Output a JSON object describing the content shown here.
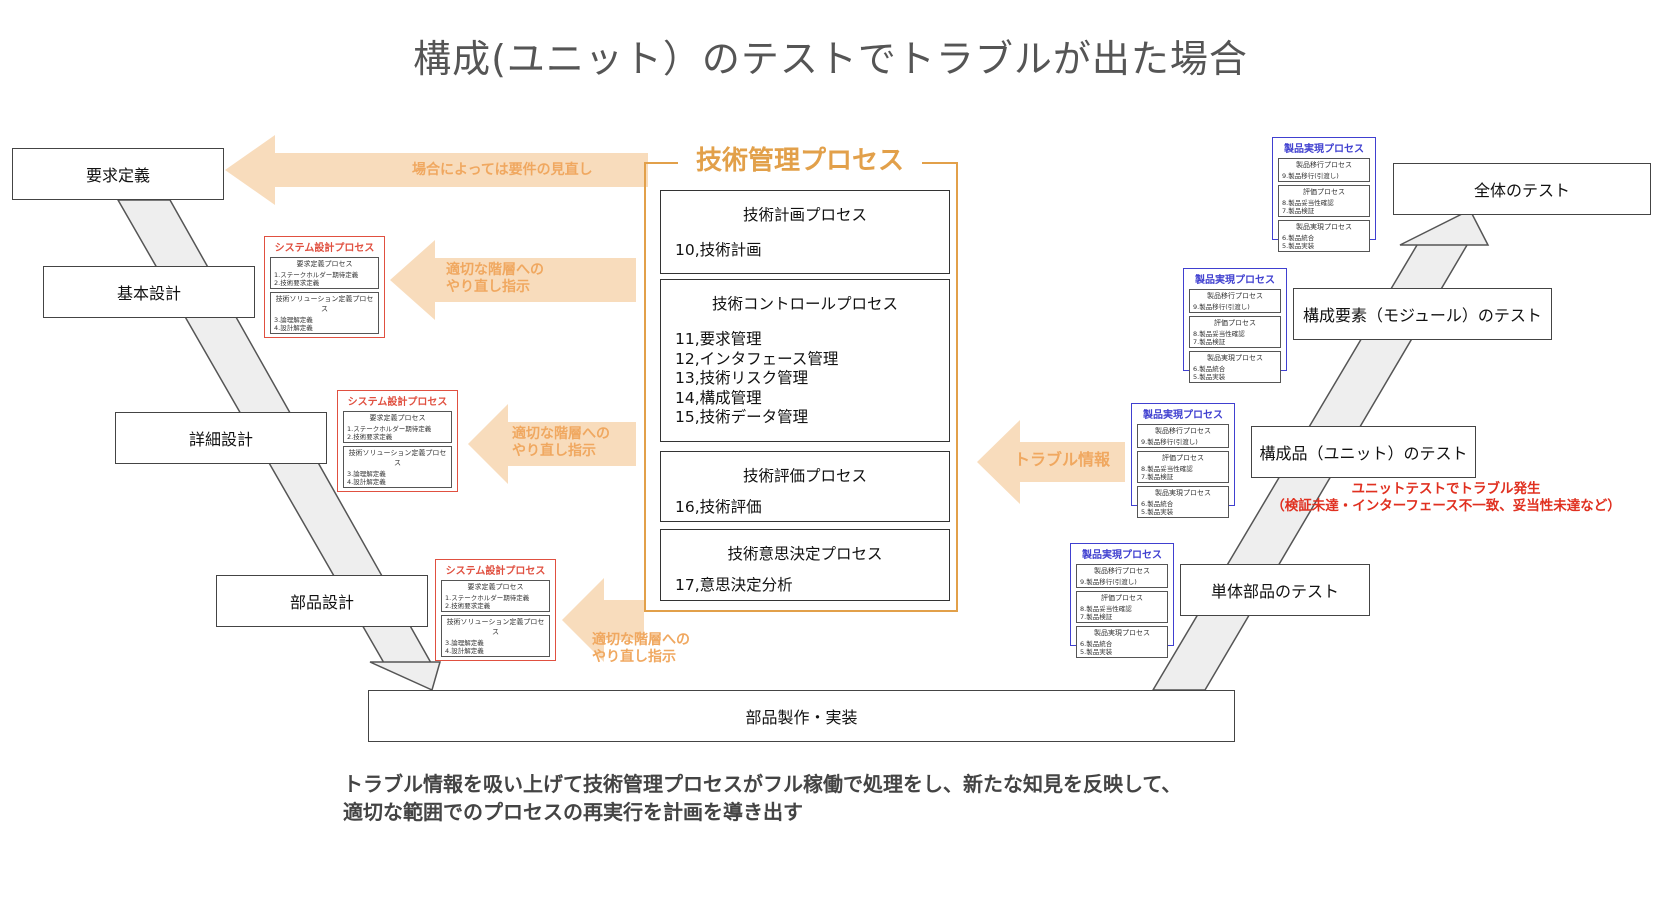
{
  "title": "構成(ユニット）のテストでトラブルが出た場合",
  "v_left": [
    {
      "label": "要求定義"
    },
    {
      "label": "基本設計"
    },
    {
      "label": "詳細設計"
    },
    {
      "label": "部品設計"
    }
  ],
  "v_bottom": {
    "label": "部品製作・実装"
  },
  "v_right": [
    {
      "label": "全体のテスト"
    },
    {
      "label": "構成要素（モジュール）のテスト"
    },
    {
      "label": "構成品（ユニット）のテスト"
    },
    {
      "label": "単体部品のテスト"
    }
  ],
  "arrows": {
    "top_label": "場合によっては要件の見直し",
    "redo_label_1": "適切な階層への",
    "redo_label_2": "やり直し指示",
    "trouble_label": "トラブル情報"
  },
  "tech_mgmt": {
    "title": "技術管理プロセス",
    "boxes": [
      {
        "head": "技術計画プロセス",
        "items": [
          "10,技術計画"
        ]
      },
      {
        "head": "技術コントロールプロセス",
        "items": [
          "11,要求管理",
          "12,インタフェース管理",
          "13,技術リスク管理",
          "14,構成管理",
          "15,技術データ管理"
        ]
      },
      {
        "head": "技術評価プロセス",
        "items": [
          "16,技術評価"
        ]
      },
      {
        "head": "技術意思決定プロセス",
        "items": [
          "17,意思決定分析"
        ]
      }
    ]
  },
  "system_design_card": {
    "title": "システム設計プロセス",
    "sub1_head": "要求定義プロセス",
    "sub1_lines": [
      "1.ステークホルダー期待定義",
      "2.技術要求定義"
    ],
    "sub2_head": "技術ソリューション定義プロセス",
    "sub2_lines": [
      "3.論理解定義",
      "4.設計解定義"
    ]
  },
  "product_card": {
    "title": "製品実現プロセス",
    "sub1_head": "製品移行プロセス",
    "sub1_lines": [
      "9.製品移行(引渡し)"
    ],
    "sub2_head": "評価プロセス",
    "sub2_lines": [
      "8.製品妥当性確認",
      "7.製品検証"
    ],
    "sub3_head": "製品実現プロセス",
    "sub3_lines": [
      "6.製品統合",
      "5.製品実装"
    ]
  },
  "unit_trouble": {
    "line1": "ユニットテストでトラブル発生",
    "line2": "（検証未達・インターフェース不一致、妥当性未達など）"
  },
  "bottom_text": {
    "line1": "トラブル情報を吸い上げて技術管理プロセスがフル稼働で処理をし、新たな知見を反映して、",
    "line2": "適切な範囲でのプロセスの再実行を計画を導き出す"
  },
  "colors": {
    "orange": "#f0a860",
    "orange_frame": "#e2a04a",
    "red": "#e05040",
    "blue": "#4040d0",
    "v_band": "#eeeeee"
  }
}
